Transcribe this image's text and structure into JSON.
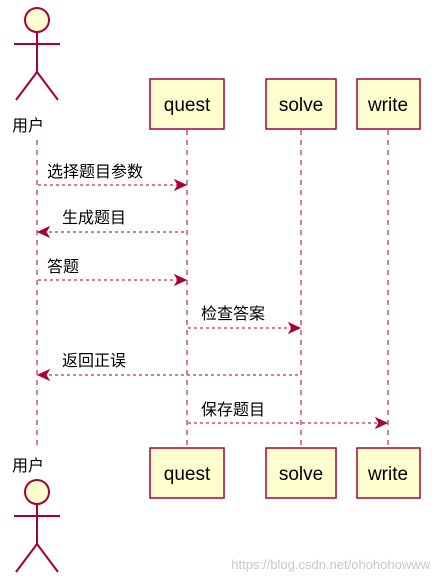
{
  "participants": {
    "user": "用户",
    "quest": "quest",
    "solve": "solve",
    "write": "write"
  },
  "messages": [
    {
      "label": "选择题目参数",
      "from": "user",
      "to": "quest"
    },
    {
      "label": "生成题目",
      "from": "quest",
      "to": "user"
    },
    {
      "label": "答题",
      "from": "user",
      "to": "quest"
    },
    {
      "label": "检查答案",
      "from": "quest",
      "to": "solve"
    },
    {
      "label": "返回正误",
      "from": "solve",
      "to": "user"
    },
    {
      "label": "保存题目",
      "from": "quest",
      "to": "write"
    }
  ],
  "watermark": "https://blog.csdn.net/ohohohowww",
  "colors": {
    "line": "#A80036",
    "box_fill": "#FEFECE"
  }
}
